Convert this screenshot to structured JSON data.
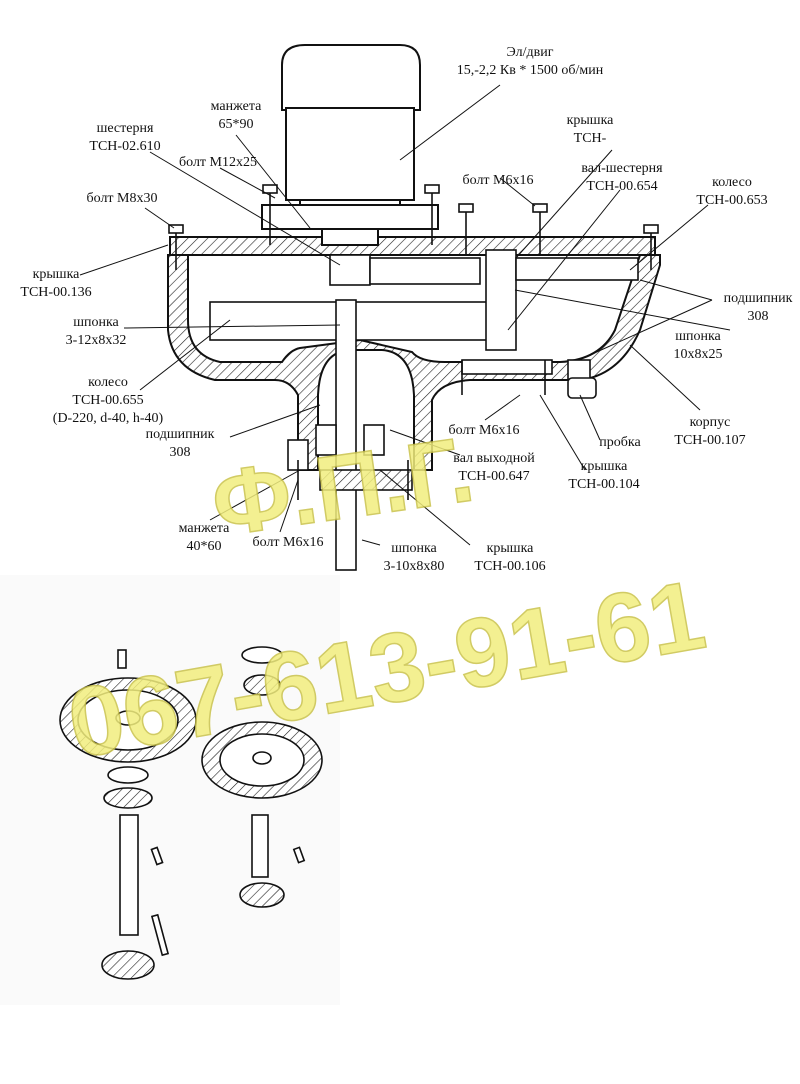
{
  "diagram": {
    "labels": [
      {
        "id": "motor",
        "lines": [
          "Эл/двиг",
          "15,-2,2 Кв * 1500 об/мин"
        ]
      },
      {
        "id": "cuff-65",
        "lines": [
          "манжета",
          "65*90"
        ]
      },
      {
        "id": "gear-610",
        "lines": [
          "шестерня",
          "ТСН-02.610"
        ]
      },
      {
        "id": "bolt-m12",
        "lines": [
          "болт М12х25"
        ]
      },
      {
        "id": "cover-top",
        "lines": [
          "крышка",
          "ТСН-"
        ]
      },
      {
        "id": "bolt-m6-top",
        "lines": [
          "болт М6х16"
        ]
      },
      {
        "id": "shaft-gear-654",
        "lines": [
          "вал-шестерня",
          "ТСН-00.654"
        ]
      },
      {
        "id": "wheel-653",
        "lines": [
          "колесо",
          "ТСН-00.653"
        ]
      },
      {
        "id": "bolt-m8",
        "lines": [
          "болт М8х30"
        ]
      },
      {
        "id": "cover-136",
        "lines": [
          "крышка",
          "ТСН-00.136"
        ]
      },
      {
        "id": "key-3-12",
        "lines": [
          "шпонка",
          "3-12х8х32"
        ]
      },
      {
        "id": "bearing-308-right",
        "lines": [
          "подшипник",
          "308"
        ]
      },
      {
        "id": "key-10",
        "lines": [
          "шпонка",
          "10х8х25"
        ]
      },
      {
        "id": "wheel-655",
        "lines": [
          "колесо",
          "ТСН-00.655",
          "(D-220, d-40, h-40)"
        ]
      },
      {
        "id": "bearing-308-left",
        "lines": [
          "подшипник",
          "308"
        ]
      },
      {
        "id": "bolt-m6-mid",
        "lines": [
          "болт М6х16"
        ]
      },
      {
        "id": "output-shaft",
        "lines": [
          "вал выходной",
          "ТСН-00.647"
        ]
      },
      {
        "id": "plug",
        "lines": [
          "пробка"
        ]
      },
      {
        "id": "housing",
        "lines": [
          "корпус",
          "ТСН-00.107"
        ]
      },
      {
        "id": "cover-104",
        "lines": [
          "крышка",
          "ТСН-00.104"
        ]
      },
      {
        "id": "cuff-40",
        "lines": [
          "манжета",
          "40*60"
        ]
      },
      {
        "id": "bolt-m6-low",
        "lines": [
          "болт М6х16"
        ]
      },
      {
        "id": "key-3-10",
        "lines": [
          "шпонка",
          "3-10х8х80"
        ]
      },
      {
        "id": "cover-106",
        "lines": [
          "крышка",
          "ТСН-00.106"
        ]
      }
    ],
    "watermark": {
      "logo": "Ф.П.Г.",
      "phone": "067-613-91-61"
    }
  }
}
